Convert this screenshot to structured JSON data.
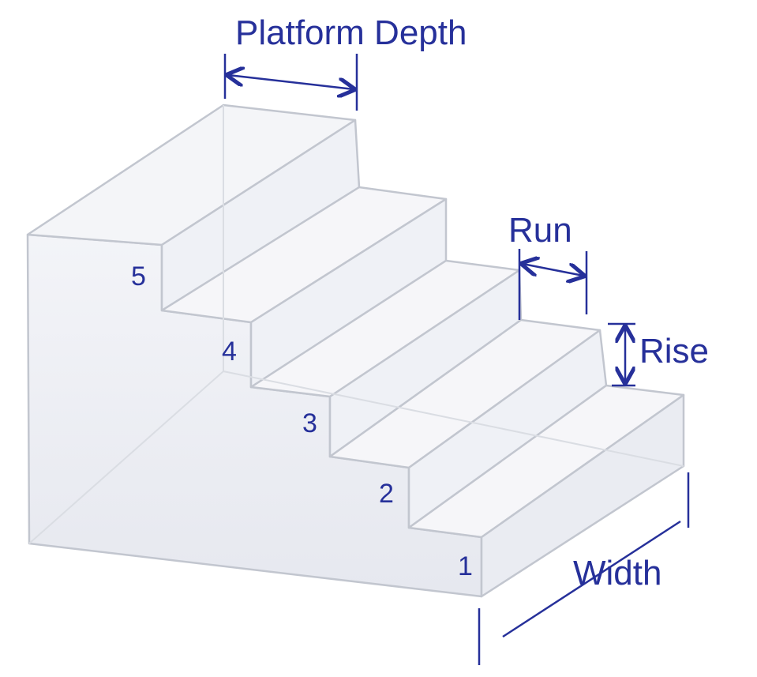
{
  "labels": {
    "platform_depth": "Platform Depth",
    "run": "Run",
    "rise": "Rise",
    "width": "Width"
  },
  "step_numbers": [
    "1",
    "2",
    "3",
    "4",
    "5"
  ],
  "colors": {
    "label": "#26309a",
    "edge": "#b8bcc6",
    "face": "#eef0f5",
    "background": "#ffffff"
  }
}
